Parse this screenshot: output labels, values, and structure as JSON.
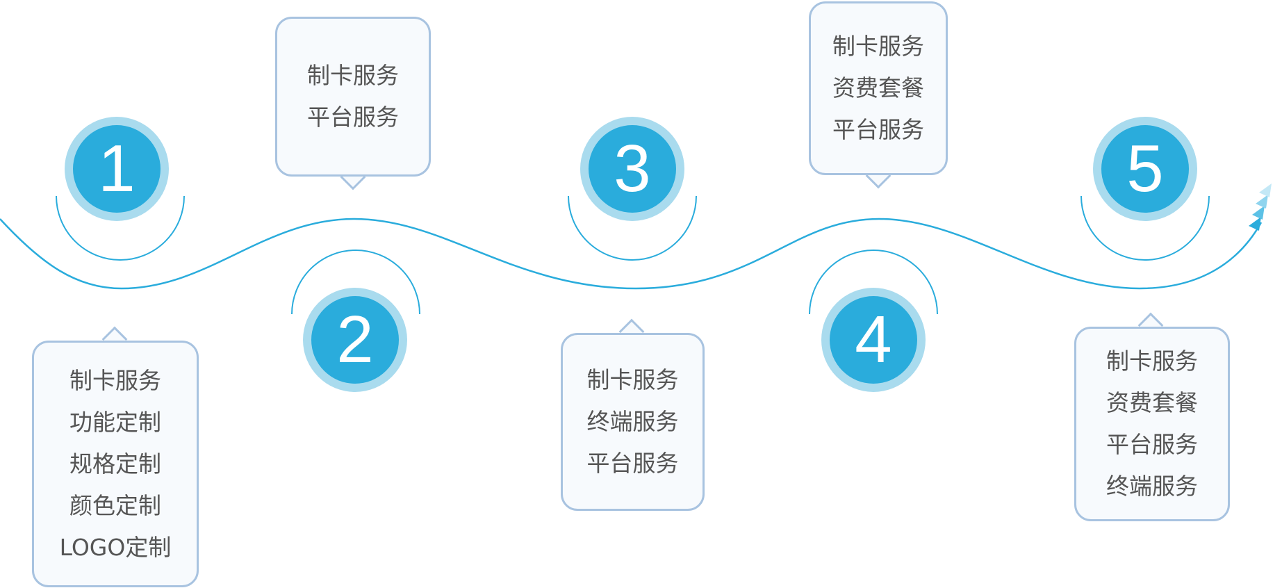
{
  "colors": {
    "wave": "#2aacdc",
    "circle": "#2aacdc",
    "circle_halo": "#a9dbee",
    "box_border": "#a8c3e0",
    "box_fill": "#f7fafd",
    "text": "#555555"
  },
  "steps": [
    {
      "number": "1",
      "items": [
        "制卡服务",
        "功能定制",
        "规格定制",
        "颜色定制",
        "LOGO定制"
      ]
    },
    {
      "number": "2",
      "items": [
        "制卡服务",
        "平台服务"
      ]
    },
    {
      "number": "3",
      "items": [
        "制卡服务",
        "终端服务",
        "平台服务"
      ]
    },
    {
      "number": "4",
      "items": [
        "制卡服务",
        "资费套餐",
        "平台服务"
      ]
    },
    {
      "number": "5",
      "items": [
        "制卡服务",
        "资费套餐",
        "平台服务",
        "终端服务"
      ]
    }
  ]
}
